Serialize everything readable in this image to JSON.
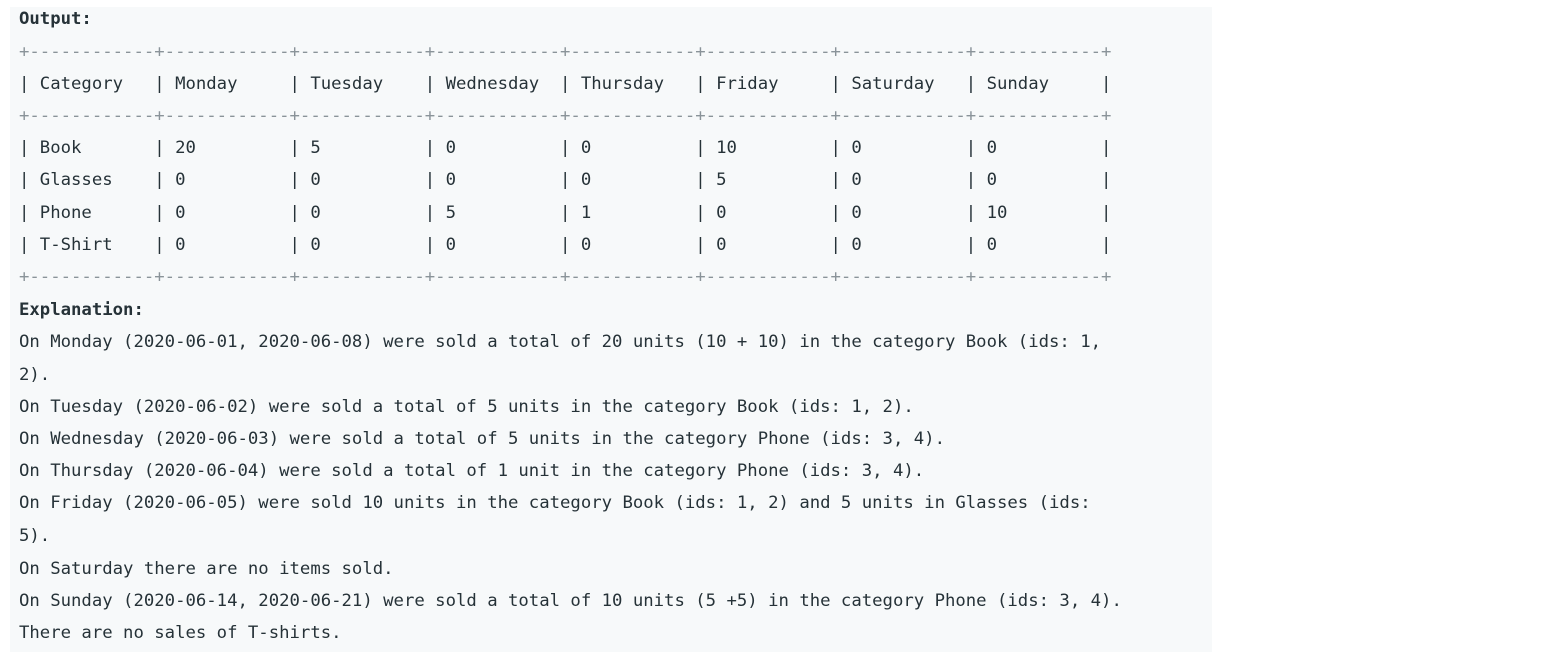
{
  "output_label": "Output:",
  "table": {
    "separator": "+------------+------------+------------+------------+------------+------------+------------+------------+",
    "header": "| Category   | Monday     | Tuesday    | Wednesday  | Thursday   | Friday     | Saturday   | Sunday     |",
    "rows": [
      "| Book       | 20         | 5          | 0          | 0          | 10         | 0          | 0          |",
      "| Glasses    | 0          | 0          | 0          | 0          | 5          | 0          | 0          |",
      "| Phone      | 0          | 0          | 5          | 1          | 0          | 0          | 10         |",
      "| T-Shirt    | 0          | 0          | 0          | 0          | 0          | 0          | 0          |"
    ]
  },
  "explanation_label": "Explanation:",
  "explanation": [
    "On Monday (2020-06-01, 2020-06-08) were sold a total of 20 units (10 + 10) in the category Book (ids: 1,",
    "2).",
    "On Tuesday (2020-06-02) were sold a total of 5 units in the category Book (ids: 1, 2).",
    "On Wednesday (2020-06-03) were sold a total of 5 units in the category Phone (ids: 3, 4).",
    "On Thursday (2020-06-04) were sold a total of 1 unit in the category Phone (ids: 3, 4).",
    "On Friday (2020-06-05) were sold 10 units in the category Book (ids: 1, 2) and 5 units in Glasses (ids:",
    "5).",
    "On Saturday there are no items sold.",
    "On Sunday (2020-06-14, 2020-06-21) were sold a total of 10 units (5 +5) in the category Phone (ids: 3, 4).",
    "There are no sales of T-shirts."
  ]
}
